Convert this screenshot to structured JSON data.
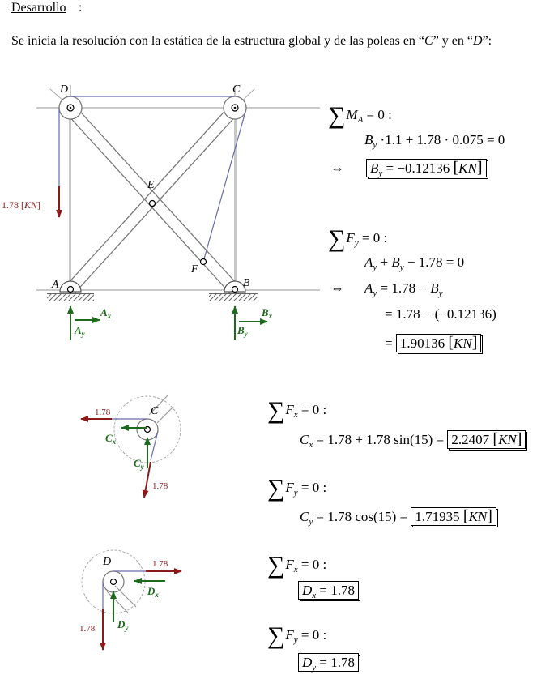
{
  "section": {
    "heading": "Desarrollo",
    "colon": ":"
  },
  "intro": {
    "part1": "Se inicia la resolución con la estática de la estructura global y de las poleas en “",
    "c": "C",
    "part2": "” y en “",
    "d": "D",
    "part3": "”:"
  },
  "figure_main": {
    "labels": {
      "D": "D",
      "C": "C",
      "E": "E",
      "F": "F",
      "A": "A",
      "B": "B"
    },
    "load_value": "1.78 [",
    "load_unit": "KN",
    "load_close": "]",
    "reactions": {
      "Ax": "A",
      "Ax_sub": "x",
      "Ay": "A",
      "Ay_sub": "y",
      "Bx": "B",
      "Bx_sub": "x",
      "By": "B",
      "By_sub": "y"
    }
  },
  "figure_C": {
    "label": "C",
    "load_h": "1.78",
    "load_v": "1.78",
    "Cx": "C",
    "Cx_sub": "x",
    "Cy": "C",
    "Cy_sub": "y"
  },
  "figure_D": {
    "label": "D",
    "load_h": "1.78",
    "load_v": "1.78",
    "Dx": "D",
    "Dx_sub": "x",
    "Dy": "D",
    "Dy_sub": "y"
  },
  "equations": {
    "momentA_title": "M",
    "momentA_sub": "A",
    "momentA_rhs": " = 0 :",
    "momentA_line1_var": "B",
    "momentA_line1_sub": "y",
    "momentA_line1_rest": " ·1.1 + 1.78 · 0.075 = 0",
    "iff1": "⇔",
    "By_var": "B",
    "By_sub": "y",
    "By_val": " = −0.12136 ",
    "By_unit": "KN",
    "Fy1_title": "F",
    "Fy1_sub": "y",
    "Fy1_rhs": " = 0 :",
    "Fy1_line1": "A",
    "Fy1_line1_sub": "y",
    "Fy1_line1_mid": " + ",
    "Fy1_line1_B": "B",
    "Fy1_line1_Bsub": "y",
    "Fy1_line1_rest": " − 1.78 = 0",
    "iff2": "⇔",
    "Ay_var": "A",
    "Ay_sub": "y",
    "Ay_eq": " = 1.78 − ",
    "Ay_B": "B",
    "Ay_Bsub": "y",
    "Ay_line2": "= 1.78 − (−0.12136)",
    "Ay_line3_eq": "= ",
    "Ay_val": "1.90136 ",
    "Ay_unit": "KN",
    "Fx2_title": "F",
    "Fx2_sub": "x",
    "Fx2_rhs": " = 0 :",
    "Cx_var": "C",
    "Cx_sub": "x",
    "Cx_eq": " = 1.78 + 1.78 sin(15) = ",
    "Cx_val": "2.2407 ",
    "Cx_unit": "KN",
    "Fy2_title": "F",
    "Fy2_sub": "y",
    "Fy2_rhs": " = 0 :",
    "Cy_var": "C",
    "Cy_sub": "y",
    "Cy_eq": " = 1.78 cos(15) = ",
    "Cy_val": "1.71935 ",
    "Cy_unit": "KN",
    "Fx3_title": "F",
    "Fx3_sub": "x",
    "Fx3_rhs": " = 0 :",
    "Dx_var": "D",
    "Dx_sub": "x",
    "Dx_val": " = 1.78",
    "Fy3_title": "F",
    "Fy3_sub": "y",
    "Fy3_rhs": " = 0 :",
    "Dy_var": "D",
    "Dy_sub": "y",
    "Dy_val": " = 1.78"
  },
  "colors": {
    "load": "#8b1a1a",
    "reaction": "#1e6b1e",
    "frame": "#888888",
    "member": "#555555"
  }
}
